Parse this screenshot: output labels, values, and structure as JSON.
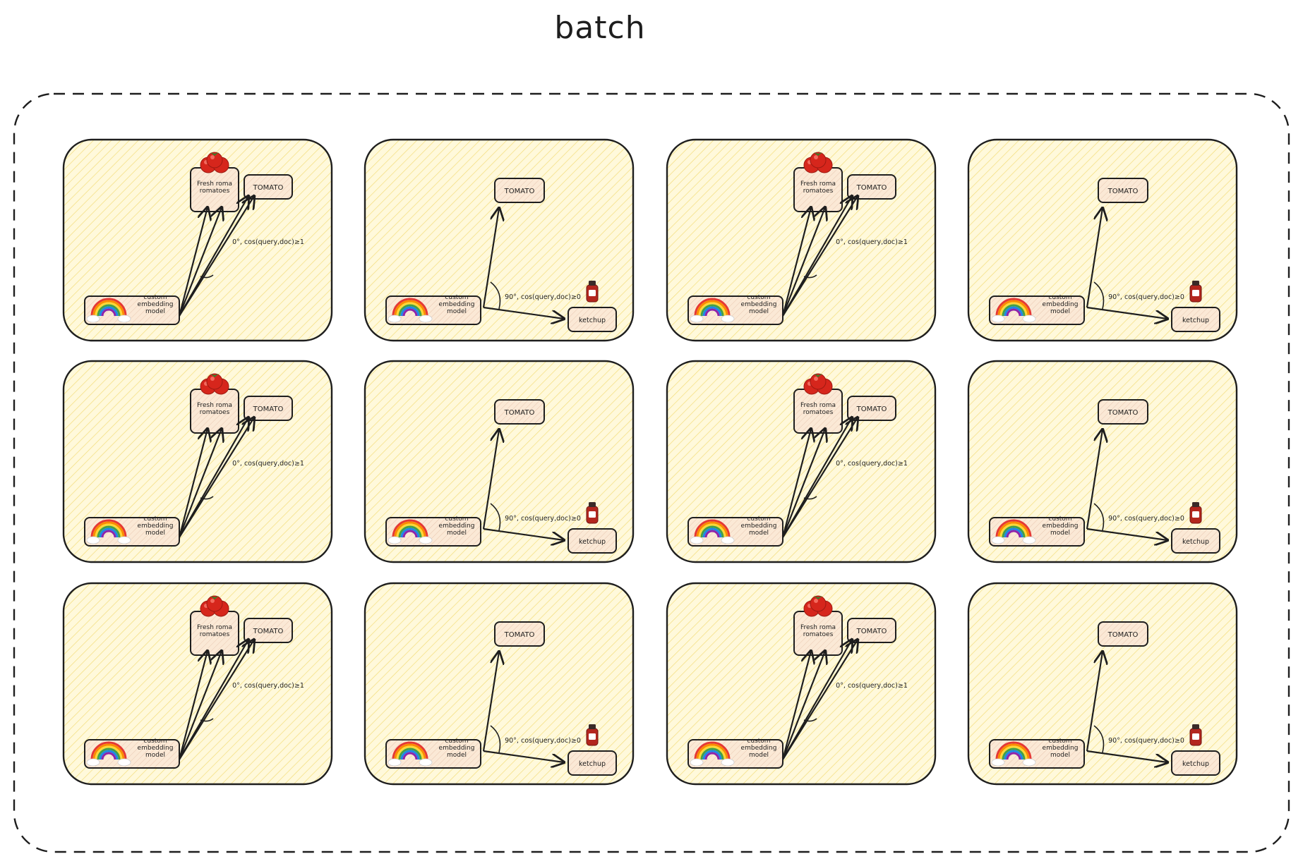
{
  "title": "batch",
  "colors": {
    "card_fill": "#fff9db",
    "hatch": "#f3dd7a",
    "stroke": "#1e1e1e",
    "node_fill": "#fbe9d6"
  },
  "cards": [
    {
      "kind": "match",
      "tomato": "TOMATO",
      "doc": "Fresh roma romatoes",
      "model": "custom embedding model",
      "angle": "0°, cos(query,doc)≥1",
      "doc_icon": "tomato-icon",
      "model_icon": "rainbow-icon"
    },
    {
      "kind": "orthogonal",
      "tomato": "TOMATO",
      "doc": "ketchup",
      "model": "custom embedding model",
      "angle": "90°, cos(query,doc)≥0",
      "doc_icon": "ketchup-bottle-icon",
      "model_icon": "rainbow-icon"
    },
    {
      "kind": "match",
      "tomato": "TOMATO",
      "doc": "Fresh roma romatoes",
      "model": "custom embedding model",
      "angle": "0°, cos(query,doc)≥1",
      "doc_icon": "tomato-icon",
      "model_icon": "rainbow-icon"
    },
    {
      "kind": "orthogonal",
      "tomato": "TOMATO",
      "doc": "ketchup",
      "model": "custom embedding model",
      "angle": "90°, cos(query,doc)≥0",
      "doc_icon": "ketchup-bottle-icon",
      "model_icon": "rainbow-icon"
    },
    {
      "kind": "match",
      "tomato": "TOMATO",
      "doc": "Fresh roma romatoes",
      "model": "custom embedding model",
      "angle": "0°, cos(query,doc)≥1",
      "doc_icon": "tomato-icon",
      "model_icon": "rainbow-icon"
    },
    {
      "kind": "orthogonal",
      "tomato": "TOMATO",
      "doc": "ketchup",
      "model": "custom embedding model",
      "angle": "90°, cos(query,doc)≥0",
      "doc_icon": "ketchup-bottle-icon",
      "model_icon": "rainbow-icon"
    },
    {
      "kind": "match",
      "tomato": "TOMATO",
      "doc": "Fresh roma romatoes",
      "model": "custom embedding model",
      "angle": "0°, cos(query,doc)≥1",
      "doc_icon": "tomato-icon",
      "model_icon": "rainbow-icon"
    },
    {
      "kind": "orthogonal",
      "tomato": "TOMATO",
      "doc": "ketchup",
      "model": "custom embedding model",
      "angle": "90°, cos(query,doc)≥0",
      "doc_icon": "ketchup-bottle-icon",
      "model_icon": "rainbow-icon"
    },
    {
      "kind": "match",
      "tomato": "TOMATO",
      "doc": "Fresh roma romatoes",
      "model": "custom embedding model",
      "angle": "0°, cos(query,doc)≥1",
      "doc_icon": "tomato-icon",
      "model_icon": "rainbow-icon"
    },
    {
      "kind": "orthogonal",
      "tomato": "TOMATO",
      "doc": "ketchup",
      "model": "custom embedding model",
      "angle": "90°, cos(query,doc)≥0",
      "doc_icon": "ketchup-bottle-icon",
      "model_icon": "rainbow-icon"
    },
    {
      "kind": "match",
      "tomato": "TOMATO",
      "doc": "Fresh roma romatoes",
      "model": "custom embedding model",
      "angle": "0°, cos(query,doc)≥1",
      "doc_icon": "tomato-icon",
      "model_icon": "rainbow-icon"
    },
    {
      "kind": "orthogonal",
      "tomato": "TOMATO",
      "doc": "ketchup",
      "model": "custom embedding model",
      "angle": "90°, cos(query,doc)≥0",
      "doc_icon": "ketchup-bottle-icon",
      "model_icon": "rainbow-icon"
    }
  ]
}
